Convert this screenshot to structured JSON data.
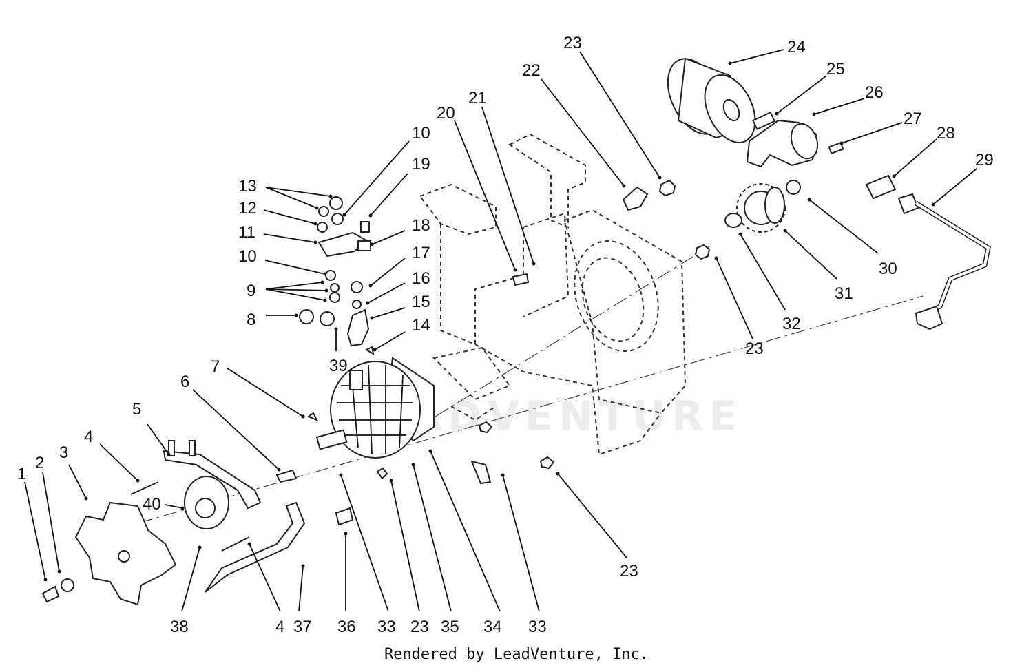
{
  "watermark": "LEADVENTURE",
  "footer": "Rendered by LeadVenture, Inc.",
  "callouts": [
    {
      "label": "1"
    },
    {
      "label": "2"
    },
    {
      "label": "3"
    },
    {
      "label": "4"
    },
    {
      "label": "5"
    },
    {
      "label": "6"
    },
    {
      "label": "7"
    },
    {
      "label": "8"
    },
    {
      "label": "9"
    },
    {
      "label": "10"
    },
    {
      "label": "10"
    },
    {
      "label": "11"
    },
    {
      "label": "12"
    },
    {
      "label": "13"
    },
    {
      "label": "14"
    },
    {
      "label": "15"
    },
    {
      "label": "16"
    },
    {
      "label": "17"
    },
    {
      "label": "18"
    },
    {
      "label": "19"
    },
    {
      "label": "20"
    },
    {
      "label": "21"
    },
    {
      "label": "22"
    },
    {
      "label": "23"
    },
    {
      "label": "23"
    },
    {
      "label": "23"
    },
    {
      "label": "23"
    },
    {
      "label": "24"
    },
    {
      "label": "25"
    },
    {
      "label": "26"
    },
    {
      "label": "27"
    },
    {
      "label": "28"
    },
    {
      "label": "29"
    },
    {
      "label": "30"
    },
    {
      "label": "31"
    },
    {
      "label": "32"
    },
    {
      "label": "33"
    },
    {
      "label": "33"
    },
    {
      "label": "34"
    },
    {
      "label": "35"
    },
    {
      "label": "36"
    },
    {
      "label": "37"
    },
    {
      "label": "38"
    },
    {
      "label": "39"
    },
    {
      "label": "40"
    },
    {
      "label": "4"
    }
  ]
}
